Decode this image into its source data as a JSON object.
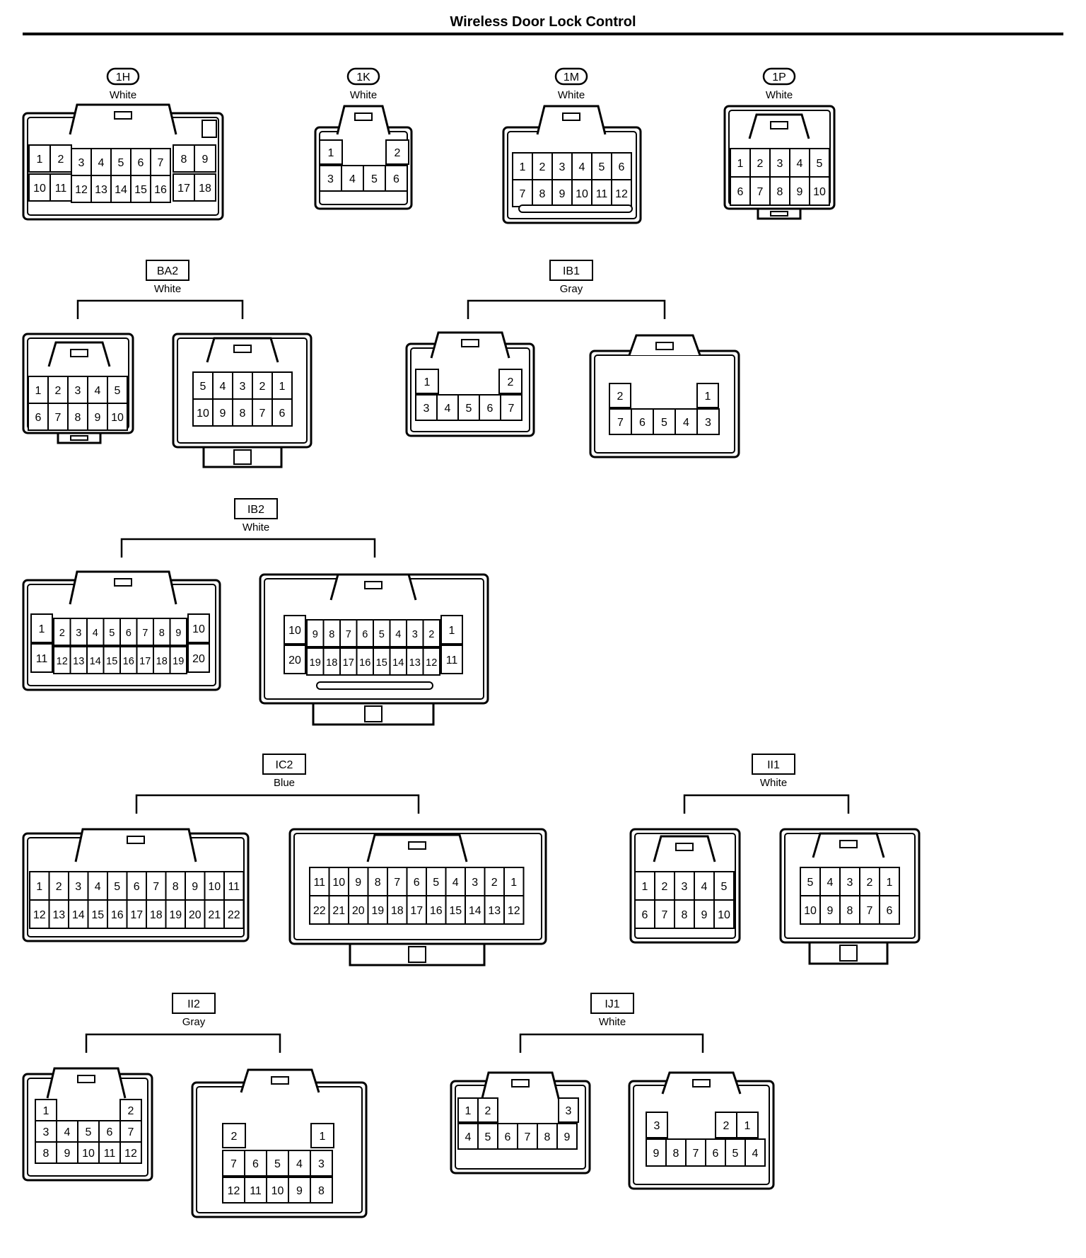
{
  "title": "Wireless Door Lock Control",
  "connectors": [
    {
      "id": "1H",
      "label_style": "pill",
      "color": "White",
      "pins": [
        [
          "1",
          "2",
          "3",
          "4",
          "5",
          "6",
          "7",
          "8",
          "9"
        ],
        [
          "10",
          "11",
          "12",
          "13",
          "14",
          "15",
          "16",
          "17",
          "18"
        ]
      ]
    },
    {
      "id": "1K",
      "label_style": "pill",
      "color": "White",
      "pins": [
        [
          "1",
          "2"
        ],
        [
          "3",
          "4",
          "5",
          "6"
        ]
      ]
    },
    {
      "id": "1M",
      "label_style": "pill",
      "color": "White",
      "pins": [
        [
          "1",
          "2",
          "3",
          "4",
          "5",
          "6"
        ],
        [
          "7",
          "8",
          "9",
          "10",
          "11",
          "12"
        ]
      ]
    },
    {
      "id": "1P",
      "label_style": "pill",
      "color": "White",
      "pins": [
        [
          "1",
          "2",
          "3",
          "4",
          "5"
        ],
        [
          "6",
          "7",
          "8",
          "9",
          "10"
        ]
      ]
    },
    {
      "id": "BA2",
      "label_style": "box",
      "color": "White",
      "pins_a": [
        [
          "1",
          "2",
          "3",
          "4",
          "5"
        ],
        [
          "6",
          "7",
          "8",
          "9",
          "10"
        ]
      ],
      "pins_b": [
        [
          "5",
          "4",
          "3",
          "2",
          "1"
        ],
        [
          "10",
          "9",
          "8",
          "7",
          "6"
        ]
      ]
    },
    {
      "id": "IB1",
      "label_style": "box",
      "color": "Gray",
      "pins_a": [
        [
          "1",
          "2"
        ],
        [
          "3",
          "4",
          "5",
          "6",
          "7"
        ]
      ],
      "pins_b": [
        [
          "2",
          "1"
        ],
        [
          "7",
          "6",
          "5",
          "4",
          "3"
        ]
      ]
    },
    {
      "id": "IB2",
      "label_style": "box",
      "color": "White",
      "pins_a": [
        [
          "1",
          "2",
          "3",
          "4",
          "5",
          "6",
          "7",
          "8",
          "9",
          "10"
        ],
        [
          "11",
          "12",
          "13",
          "14",
          "15",
          "16",
          "17",
          "18",
          "19",
          "20"
        ]
      ],
      "pins_b": [
        [
          "10",
          "9",
          "8",
          "7",
          "6",
          "5",
          "4",
          "3",
          "2",
          "1"
        ],
        [
          "20",
          "19",
          "18",
          "17",
          "16",
          "15",
          "14",
          "13",
          "12",
          "11"
        ]
      ]
    },
    {
      "id": "IC2",
      "label_style": "box",
      "color": "Blue",
      "pins_a": [
        [
          "1",
          "2",
          "3",
          "4",
          "5",
          "6",
          "7",
          "8",
          "9",
          "10",
          "11"
        ],
        [
          "12",
          "13",
          "14",
          "15",
          "16",
          "17",
          "18",
          "19",
          "20",
          "21",
          "22"
        ]
      ],
      "pins_b": [
        [
          "11",
          "10",
          "9",
          "8",
          "7",
          "6",
          "5",
          "4",
          "3",
          "2",
          "1"
        ],
        [
          "22",
          "21",
          "20",
          "19",
          "18",
          "17",
          "16",
          "15",
          "14",
          "13",
          "12"
        ]
      ]
    },
    {
      "id": "II1",
      "label_style": "box",
      "color": "White",
      "pins_a": [
        [
          "1",
          "2",
          "3",
          "4",
          "5"
        ],
        [
          "6",
          "7",
          "8",
          "9",
          "10"
        ]
      ],
      "pins_b": [
        [
          "5",
          "4",
          "3",
          "2",
          "1"
        ],
        [
          "10",
          "9",
          "8",
          "7",
          "6"
        ]
      ]
    },
    {
      "id": "II2",
      "label_style": "box",
      "color": "Gray",
      "pins_a": [
        [
          "1",
          "2"
        ],
        [
          "3",
          "4",
          "5",
          "6",
          "7"
        ],
        [
          "8",
          "9",
          "10",
          "11",
          "12"
        ]
      ],
      "pins_b": [
        [
          "2",
          "1"
        ],
        [
          "7",
          "6",
          "5",
          "4",
          "3"
        ],
        [
          "12",
          "11",
          "10",
          "9",
          "8"
        ]
      ]
    },
    {
      "id": "IJ1",
      "label_style": "box",
      "color": "White",
      "pins_a": [
        [
          "1",
          "2",
          "3"
        ],
        [
          "4",
          "5",
          "6",
          "7",
          "8",
          "9"
        ]
      ],
      "pins_b": [
        [
          "3",
          "2",
          "1"
        ],
        [
          "9",
          "8",
          "7",
          "6",
          "5",
          "4"
        ]
      ]
    }
  ]
}
